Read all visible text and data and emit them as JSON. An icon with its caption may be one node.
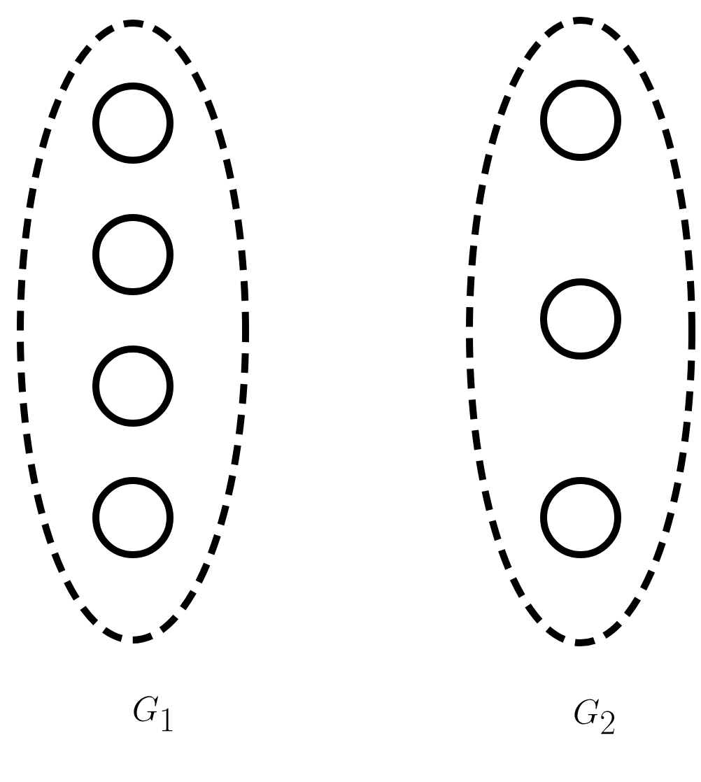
{
  "diagram": {
    "nodes": [
      {
        "text": [
          "G_1"
        ]
      },
      {
        "text": [],
        "shape": "circle",
        "in": 0
      },
      {
        "text": [],
        "shape": "circle",
        "in": 0
      },
      {
        "text": [],
        "shape": "circle",
        "in": 0
      },
      {
        "text": [],
        "shape": "circle",
        "in": 0
      },
      {
        "text": [
          "G_2"
        ]
      },
      {
        "text": [],
        "shape": "circle",
        "in": 5
      },
      {
        "text": [],
        "shape": "circle",
        "in": 5
      },
      {
        "text": [],
        "shape": "circle",
        "in": 5
      }
    ],
    "edges": []
  }
}
